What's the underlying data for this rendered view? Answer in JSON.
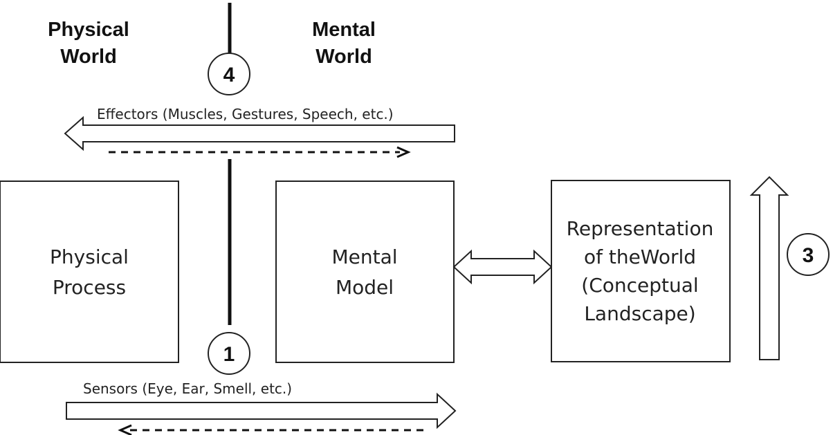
{
  "headings": {
    "physical_line1": "Physical",
    "physical_line2": "World",
    "mental_line1": "Mental",
    "mental_line2": "World"
  },
  "boxes": {
    "physical_process": [
      "Physical",
      "Process"
    ],
    "mental_model": [
      "Mental",
      "Model"
    ],
    "representation": [
      "Representation",
      "of theWorld",
      "(Conceptual",
      "Landscape)"
    ]
  },
  "labels": {
    "effectors": "Effectors (Muscles, Gestures, Speech, etc.)",
    "sensors": "Sensors (Eye, Ear, Smell, etc.)"
  },
  "markers": {
    "one": "1",
    "three": "3",
    "four": "4"
  }
}
